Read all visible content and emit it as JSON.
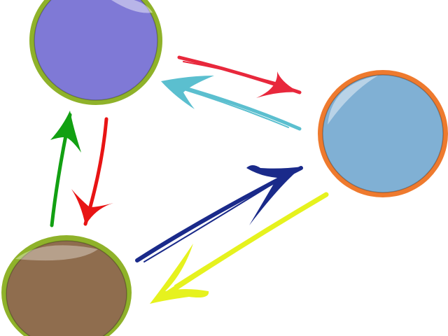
{
  "diagram": {
    "nodes": [
      {
        "id": "purple",
        "fill": "#7f79d6",
        "rim": "#8fb22a"
      },
      {
        "id": "blue",
        "fill": "#80b0d4",
        "rim": "#ee7a2e"
      },
      {
        "id": "brown",
        "fill": "#8f6d4e",
        "rim": "#8fb22a"
      }
    ],
    "arrows": [
      {
        "id": "purple-to-blue",
        "from": "purple",
        "to": "blue",
        "color": "#e8283c"
      },
      {
        "id": "blue-to-purple",
        "from": "blue",
        "to": "purple",
        "color": "#5bbfcf"
      },
      {
        "id": "brown-to-purple",
        "from": "brown",
        "to": "purple",
        "color": "#12a012"
      },
      {
        "id": "purple-to-brown",
        "from": "purple",
        "to": "brown",
        "color": "#e81414"
      },
      {
        "id": "brown-to-blue",
        "from": "brown",
        "to": "blue",
        "color": "#1a2a8a"
      },
      {
        "id": "blue-to-brown",
        "from": "blue",
        "to": "brown",
        "color": "#e6f21e"
      }
    ]
  }
}
